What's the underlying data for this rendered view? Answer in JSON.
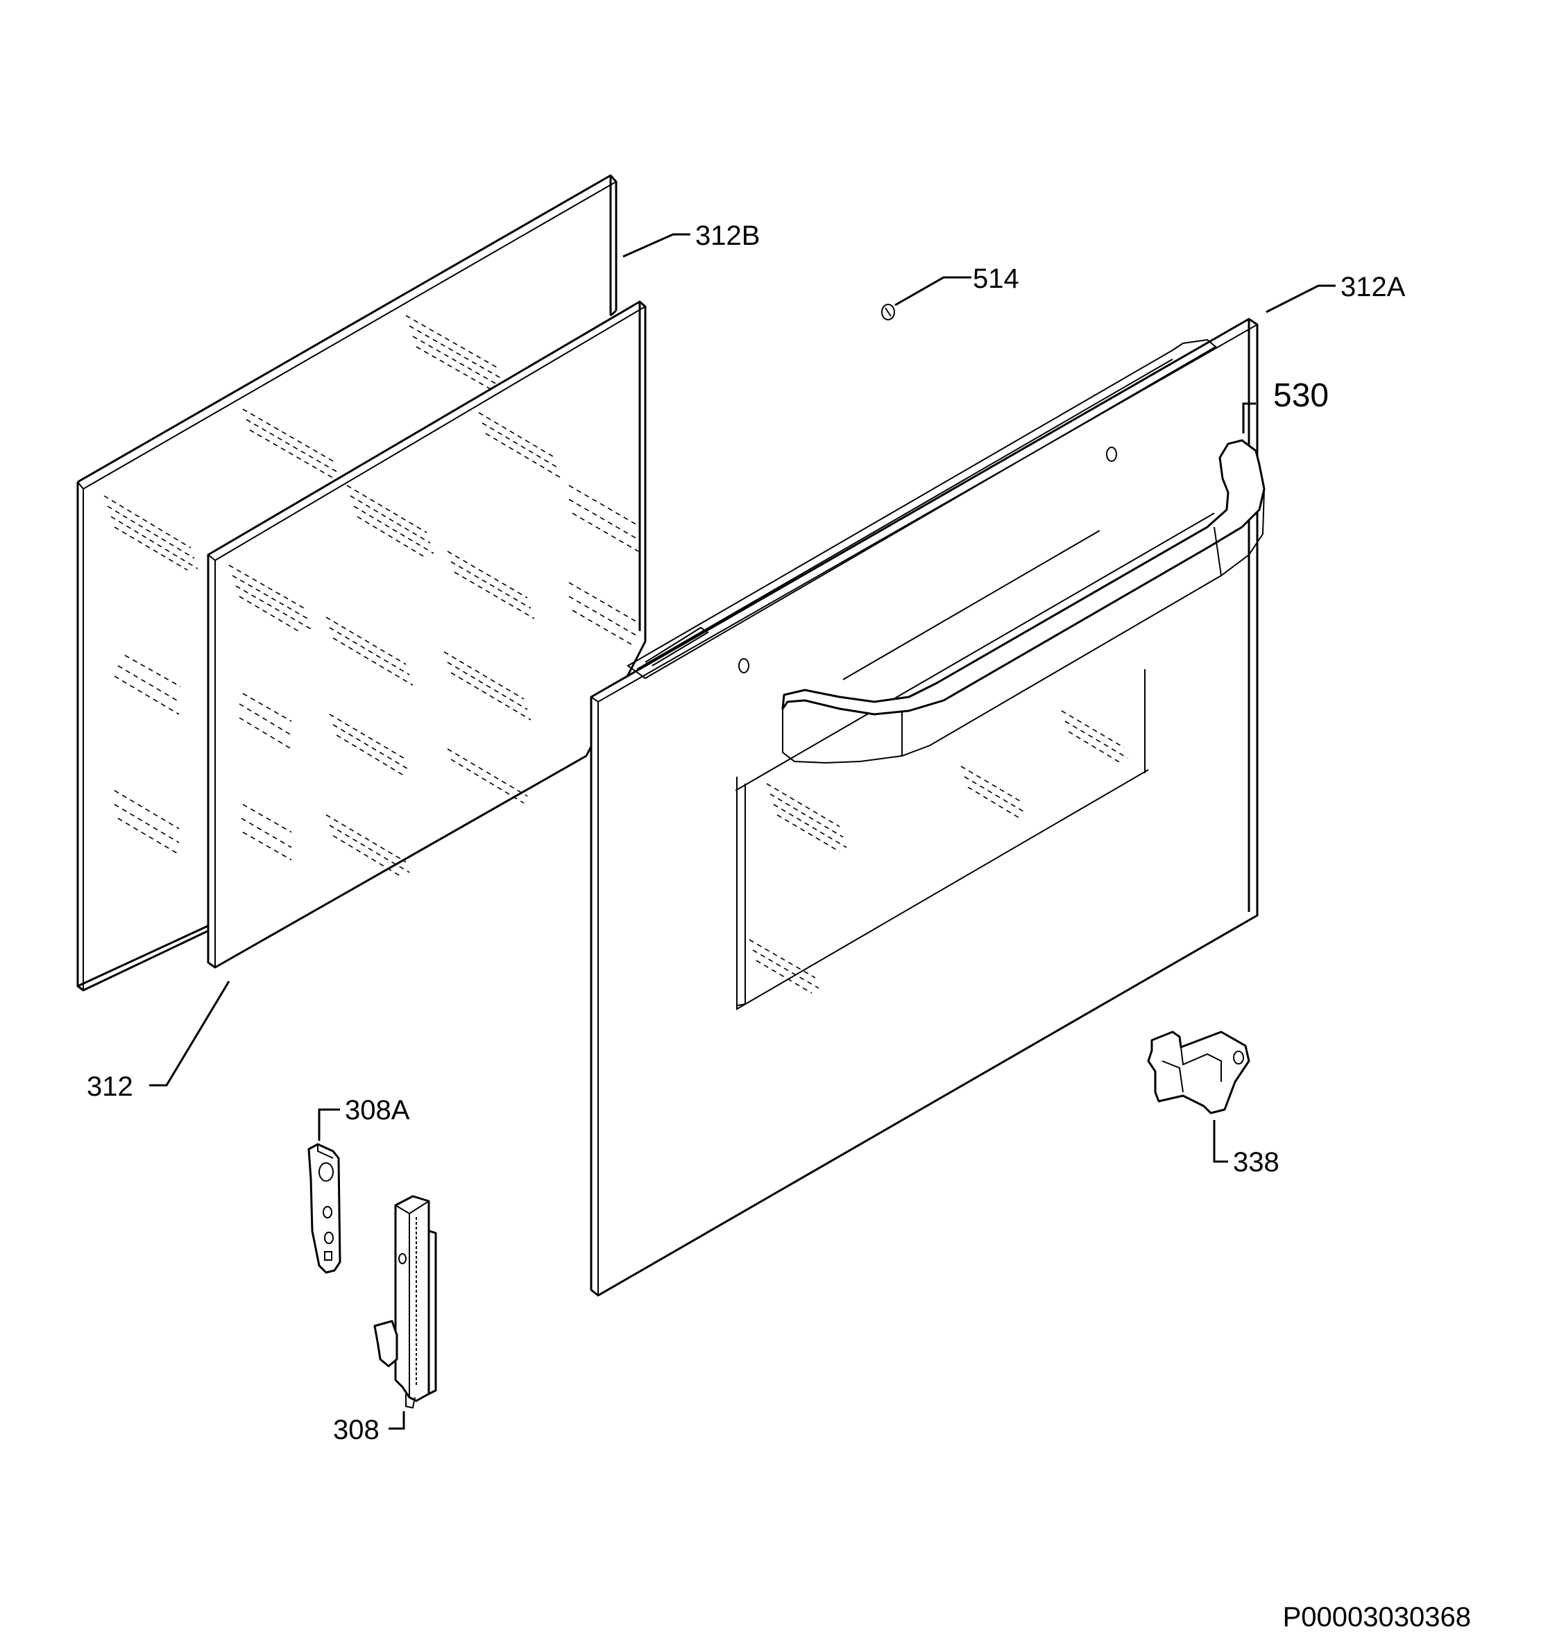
{
  "callouts": {
    "c312B": "312B",
    "c514": "514",
    "c312A": "312A",
    "c530": "530",
    "c312": "312",
    "c308A": "308A",
    "c338": "338",
    "c308": "308"
  },
  "document_id": "P00003030368"
}
